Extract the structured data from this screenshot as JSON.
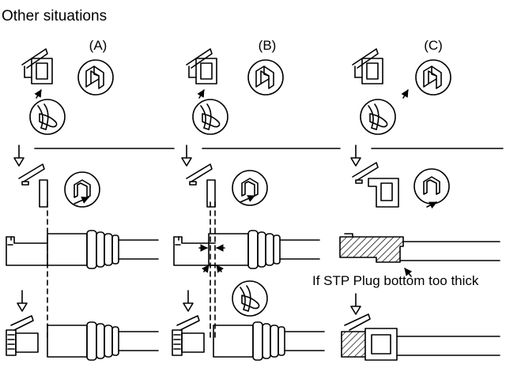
{
  "title": "Other situations",
  "columns": [
    {
      "label": "(A)"
    },
    {
      "label": "(B)"
    },
    {
      "label": "(C)"
    }
  ],
  "note": "If STP Plug bottom too thick"
}
